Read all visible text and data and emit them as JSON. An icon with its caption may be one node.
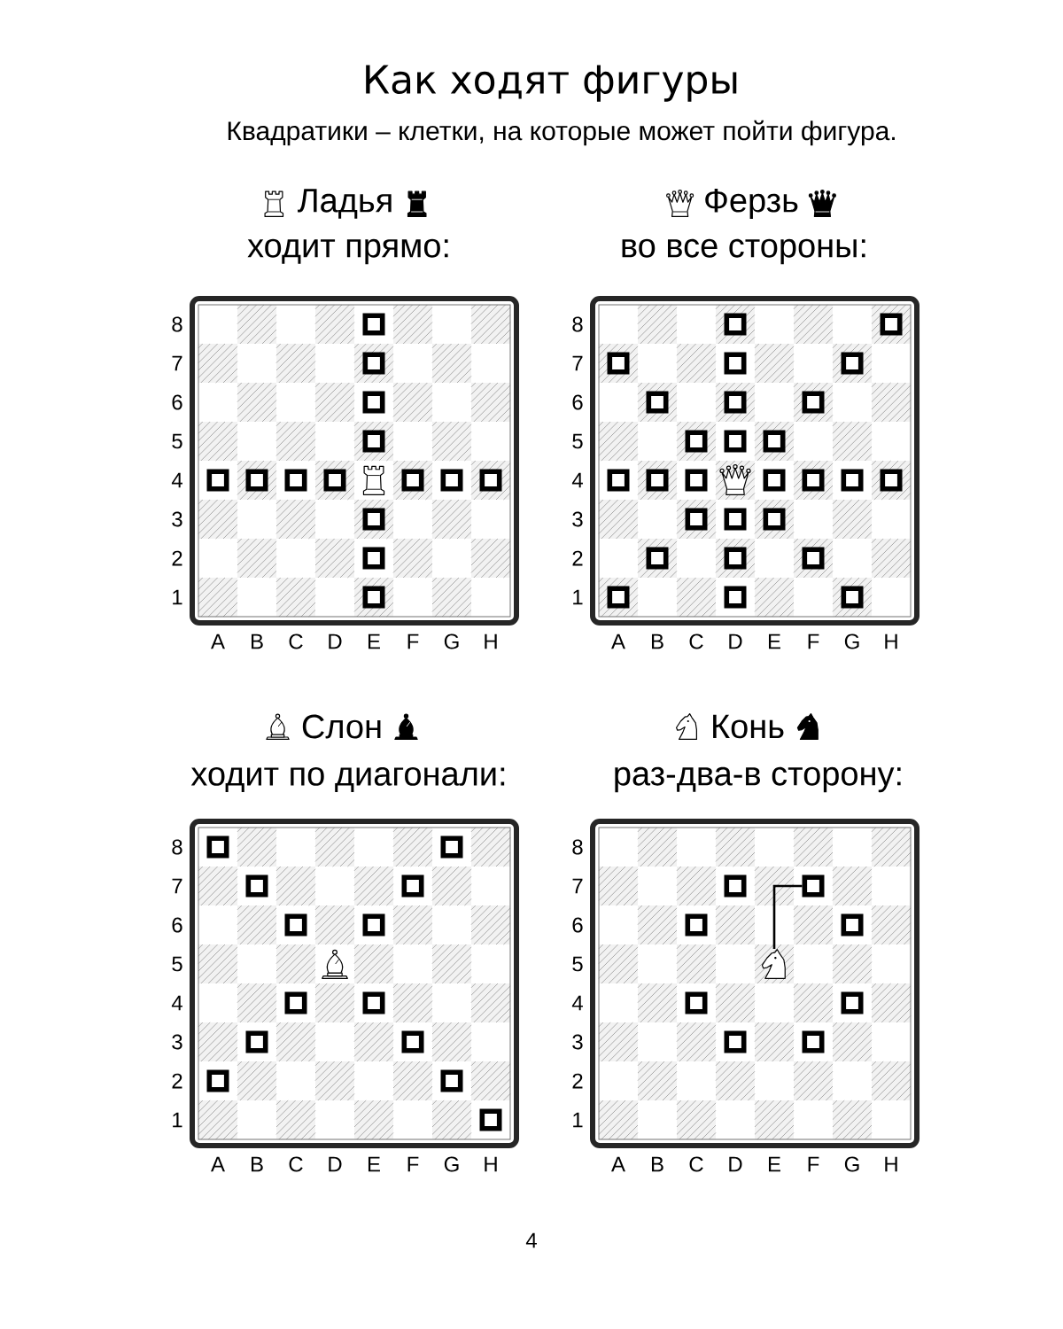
{
  "diagram": {
    "title": "Как ходят фигуры",
    "nodes": [
      {
        "text": [],
        "shape": "picture"
      },
      {
        "text": [],
        "shape": "box"
      }
    ],
    "edges": [
      {
        "from": 0,
        "to": 1,
        "arrow": "none"
      }
    ],
    "labels": [
      "Квадратики – клетки, на которые может пойти фигура.",
      "Ладья",
      "ходит прямо:",
      "8",
      "7",
      "6",
      "5",
      "4",
      "3",
      "2",
      "1",
      "A",
      "B",
      "C",
      "D",
      "E",
      "F",
      "G",
      "H",
      "Ферзь",
      "во все стороны:",
      "8",
      "7",
      "6",
      "5",
      "4",
      "3",
      "2",
      "1",
      "A",
      "B",
      "C",
      "D",
      "E",
      "F",
      "G",
      "H",
      "Слон",
      "ходит по диагонали:",
      "8",
      "7",
      "6",
      "5",
      "4",
      "3",
      "2",
      "1",
      "A",
      "B",
      "C",
      "D",
      "E",
      "F",
      "G",
      "H",
      "Конь",
      "раз-два-в сторону:",
      "8",
      "7",
      "6",
      "5",
      "4",
      "3",
      "2",
      "1",
      "A",
      "B",
      "C",
      "D",
      "E",
      "F",
      "G",
      "H",
      "4"
    ]
  }
}
